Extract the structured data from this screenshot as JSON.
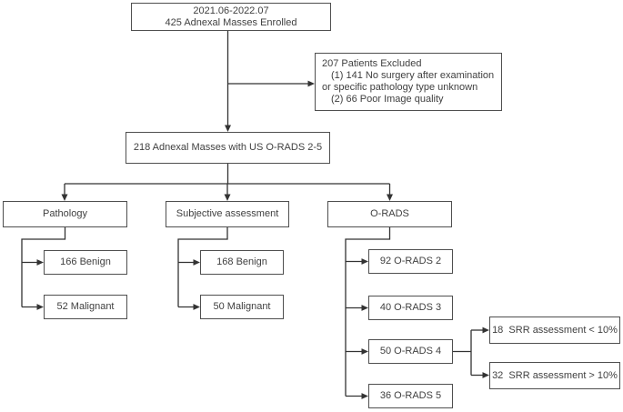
{
  "colors": {
    "background": "#ffffff",
    "box_border": "#4f4f4f",
    "connector": "#333333",
    "text": "#404040"
  },
  "nodes": {
    "enrollment": {
      "period": "2021.06-2022.07",
      "count": "425 Adnexal Masses Enrolled"
    },
    "excluded": {
      "title": "207 Patients Excluded",
      "reason1": "(1) 141 No surgery after examination",
      "reason1_cont": "or specific pathology type unknown",
      "reason2": "(2) 66 Poor Image quality"
    },
    "eligible": "218 Adnexal Masses with US O-RADS 2-5",
    "pathology": "Pathology",
    "pathology_benign": "166 Benign",
    "pathology_malignant": "52 Malignant",
    "subjective": "Subjective assessment",
    "subjective_benign": "168 Benign",
    "subjective_malignant": "50 Malignant",
    "orads": "O-RADS",
    "orads2": "92 O-RADS 2",
    "orads3": "40 O-RADS 3",
    "orads4": "50 O-RADS 4",
    "orads5": "36 O-RADS 5",
    "srr_low": "18  SRR assessment < 10%",
    "srr_high": "32  SRR assessment > 10%"
  }
}
